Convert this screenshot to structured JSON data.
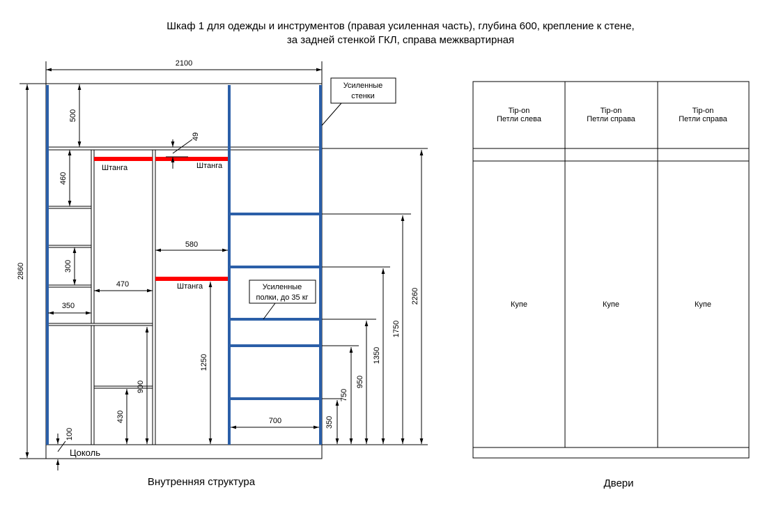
{
  "title": {
    "line1": "Шкаф 1 для одежды и инструментов (правая усиленная часть), глубина 600, крепление к стене,",
    "line2": "за задней стенкой ГКЛ, справа межквартирная"
  },
  "structure": {
    "caption": "Внутренняя структура",
    "plinth_label": "Цоколь",
    "rod_label": "Штанга",
    "callout_walls": [
      "Усиленные",
      "стенки"
    ],
    "callout_shelves": [
      "Усиленные",
      "полки, до 35 кг"
    ],
    "dimensions": {
      "total_width": "2100",
      "total_height": "2860",
      "top_section": "500",
      "rod_gap": "49",
      "left_shelf_1": "460",
      "left_shelf_gap": "300",
      "left_width": "350",
      "mid_width": "470",
      "rod_section_width": "580",
      "rod_height": "1250",
      "mid_shelf_900": "900",
      "mid_shelf_430": "430",
      "plinth": "100",
      "right_width": "700",
      "h350": "350",
      "h750": "750",
      "h950": "950",
      "h1350": "1350",
      "h1750": "1750",
      "h2260": "2260"
    },
    "colors": {
      "reinforced": "#2b5fa8",
      "rod": "#ff0000"
    }
  },
  "doors": {
    "caption": "Двери",
    "panels": [
      {
        "top_line1": "Tip-on",
        "top_line2": "Петли слева",
        "main": "Купе"
      },
      {
        "top_line1": "Tip-on",
        "top_line2": "Петли справа",
        "main": "Купе"
      },
      {
        "top_line1": "Tip-on",
        "top_line2": "Петли справа",
        "main": "Купе"
      }
    ]
  }
}
